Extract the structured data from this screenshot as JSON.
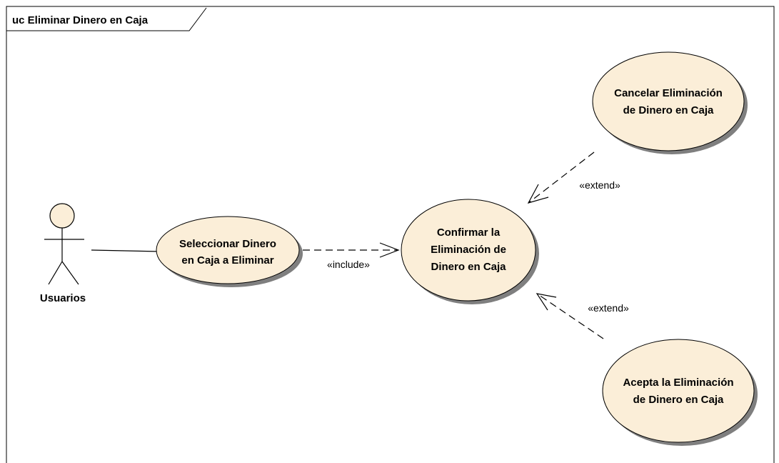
{
  "frame": {
    "title": "uc Eliminar Dinero en Caja"
  },
  "actor": {
    "name": "Usuarios"
  },
  "use_cases": {
    "seleccionar": {
      "lines": [
        "Seleccionar Dinero",
        "en Caja a Eliminar"
      ]
    },
    "confirmar": {
      "lines": [
        "Confirmar la",
        "Eliminación de",
        "Dinero en Caja"
      ]
    },
    "cancelar": {
      "lines": [
        "Cancelar Eliminación",
        "de Dinero en Caja"
      ]
    },
    "acepta": {
      "lines": [
        "Acepta la Eliminación",
        "de Dinero en Caja"
      ]
    }
  },
  "relations": {
    "include": "«include»",
    "extend_top": "«extend»",
    "extend_bottom": "«extend»"
  },
  "colors": {
    "use_case_fill": "#fbeed8",
    "shadow": "#7f7f7f",
    "line": "#000000"
  }
}
